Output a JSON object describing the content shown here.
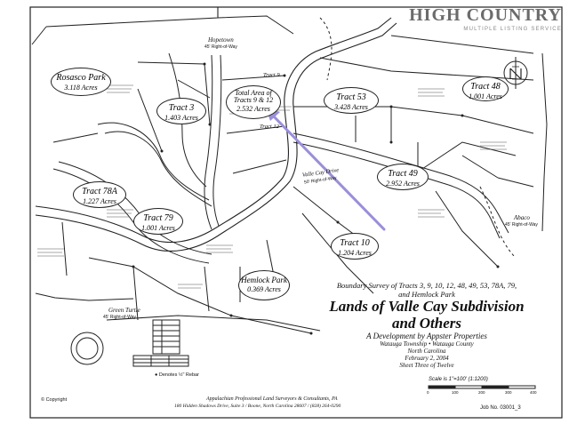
{
  "logo": {
    "name": "HIGH COUNTRY",
    "tagline": "MULTIPLE LISTING SERVICE"
  },
  "tracts": [
    {
      "id": "rosasco",
      "name": "Rosasco Park",
      "area": "3.118 Acres"
    },
    {
      "id": "t3",
      "name": "Tract 3",
      "area": "1.403 Acres"
    },
    {
      "id": "total",
      "name": "Total Area of Tracts 9 & 12",
      "area": "2.532 Acres"
    },
    {
      "id": "t53",
      "name": "Tract 53",
      "area": "3.428 Acres"
    },
    {
      "id": "t48",
      "name": "Tract 48",
      "area": "1.001 Acres"
    },
    {
      "id": "t49",
      "name": "Tract 49",
      "area": "2.952 Acres"
    },
    {
      "id": "t78a",
      "name": "Tract 78A",
      "area": "1.227 Acres"
    },
    {
      "id": "t79",
      "name": "Tract 79",
      "area": "1.001 Acres"
    },
    {
      "id": "t10",
      "name": "Tract 10",
      "area": "1.204 Acres"
    },
    {
      "id": "hemlock",
      "name": "Hemlock Park",
      "area": "0.369 Acres"
    }
  ],
  "map_labels": {
    "hopetown": "Hopetown",
    "hopetown_row": "45' Right-of-Way",
    "tract9": "Tract 9",
    "tract12": "Tract 12",
    "valle_cay_drive": "Valle Cay Drive",
    "valle_cay_row": "50' Right-of-Way",
    "abaco": "Abaco",
    "abaco_row": "45' Right-of-Way",
    "green_turtle": "Green Turtle",
    "green_turtle_row": "45' Right-of-Way",
    "denotes_rebar": "● Denotes ½\" Rebar",
    "copyright": "© Copyright",
    "job_no": "Job No. 03001_3"
  },
  "title_block": {
    "line1": "Boundary Survey of Tracts 3, 9, 10, 12, 48, 49, 53, 78A, 79,",
    "line2": "and Hemlock Park",
    "line3": "Lands of Valle Cay Subdivision",
    "line4": "and Others",
    "line5": "A Development by Appster Properties",
    "line6": "Watauga Township • Watauga County",
    "line7": "North Carolina",
    "line8": "February 2, 2004",
    "line9": "Sheet Three of Twelve"
  },
  "scale": {
    "label": "Scale is 1\"=100' (1:1200)",
    "ticks": [
      "0",
      "100",
      "200",
      "300",
      "400"
    ]
  },
  "surveyor": {
    "line1": "Appalachian Professional Land Surveyors & Consultants, PA",
    "line2": "180 Hidden Shadows Drive, Suite 3 / Boone, North Carolina 28607 / (828) 264-0290"
  },
  "annotation_arrow_color": "#9b8fd8"
}
